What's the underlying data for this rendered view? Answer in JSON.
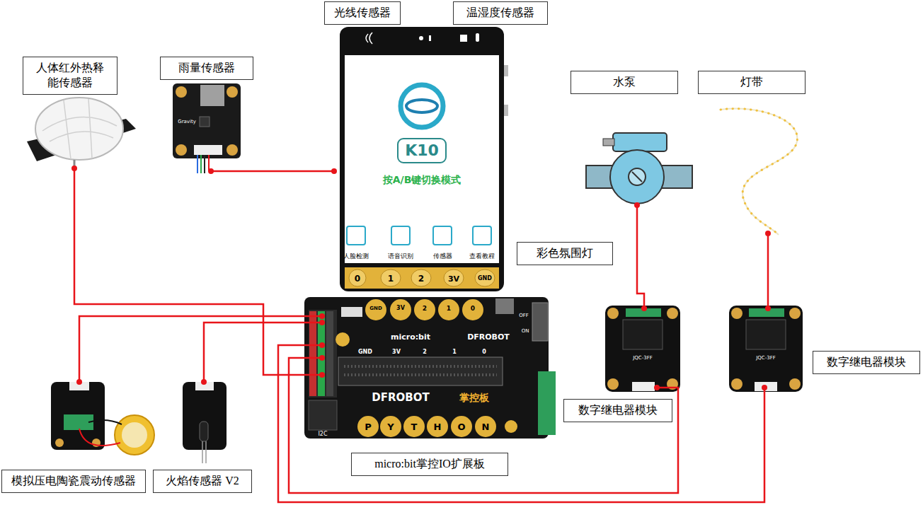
{
  "diagram": {
    "nodes": [
      {
        "text": [
          "光线传感器"
        ]
      },
      {
        "text": [
          "温湿度传感器"
        ]
      },
      {
        "text": [
          "人体红外热释 能传感器"
        ]
      },
      {
        "text": [
          "雨量传感器"
        ]
      },
      {
        "text": [
          "水泵"
        ]
      },
      {
        "text": [
          "灯带"
        ]
      },
      {
        "text": [
          "彩色氛围灯"
        ]
      },
      {
        "text": [
          "数字继电器模块"
        ]
      },
      {
        "text": [
          "数字继电器模块"
        ]
      },
      {
        "text": [
          "micro:bit掌控IO扩展板"
        ]
      },
      {
        "text": [
          "模拟压电陶瓷震动传感器"
        ]
      },
      {
        "text": [
          "火焰传感器 V2"
        ]
      }
    ],
    "labels": [
      "K10",
      "按A/B键切换模式",
      "人脸检测",
      "语音识别",
      "传感器",
      "查看教程",
      "0",
      "1",
      "2",
      "3V",
      "GND",
      "GND",
      "3V",
      "2",
      "1",
      "0",
      "GND",
      "3V",
      "2",
      "1",
      "0",
      "micro:bit",
      "DFROBOT",
      "DFROBOT",
      "掌控板",
      "P",
      "Y",
      "T",
      "H",
      "O",
      "N",
      "I2C",
      "ON",
      "OFF",
      "Gravity",
      "JQC-3FF",
      "JQC-3FF"
    ]
  }
}
